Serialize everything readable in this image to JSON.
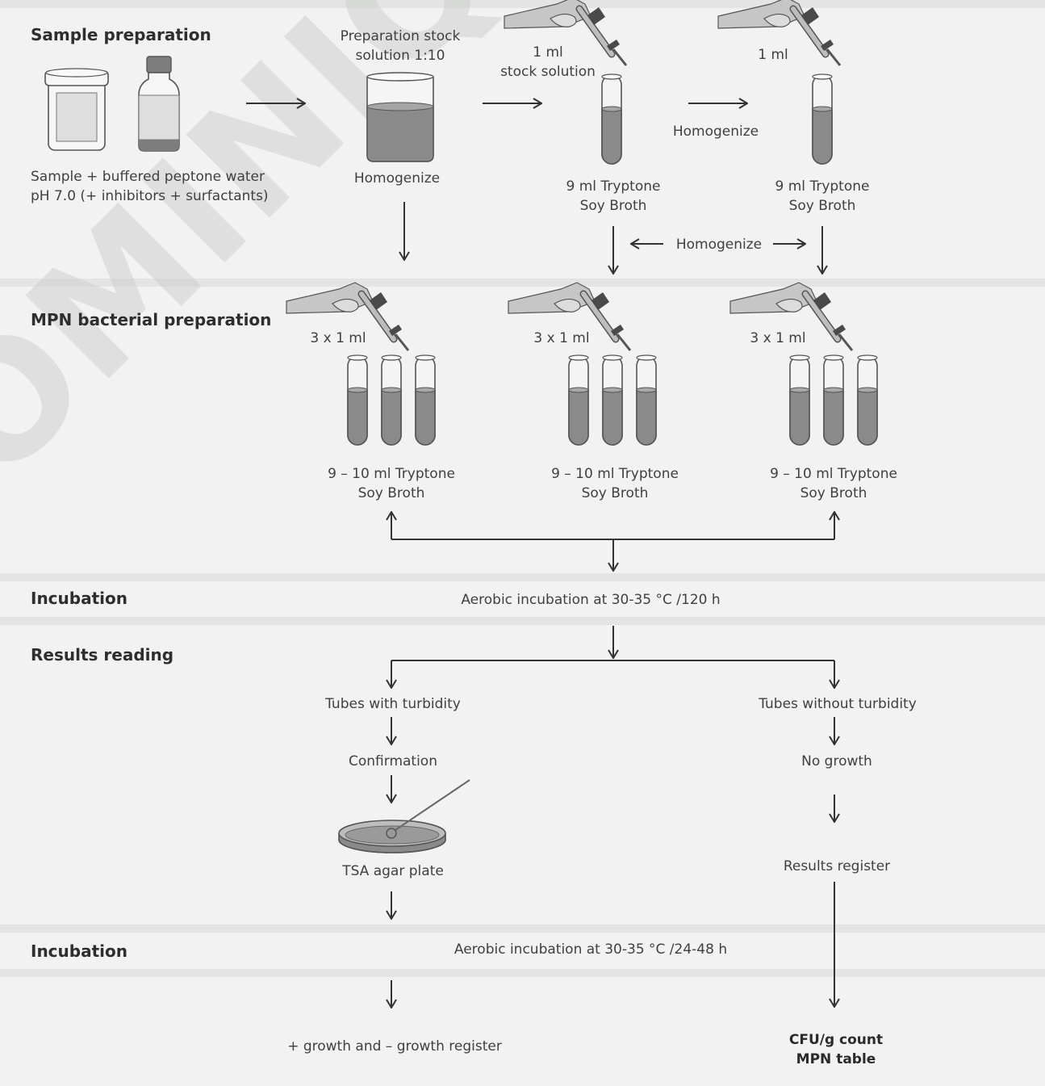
{
  "sections": {
    "sample_preparation": "Sample preparation",
    "mpn_preparation": "MPN bacterial preparation",
    "incubation_1": "Incubation",
    "results_reading": "Results reading",
    "incubation_2": "Incubation"
  },
  "labels": {
    "sample_line1": "Sample + buffered peptone water",
    "sample_line2": "pH 7.0  (+ inhibitors + surfactants)",
    "stock_line1": "Preparation stock",
    "stock_line2": "solution 1:10",
    "homogenize_stock": "Homogenize",
    "pipette1_line1": "1 ml",
    "pipette1_line2": "stock solution",
    "pipette2": "1 ml",
    "homogenize_mid": "Homogenize",
    "tube1_line1": "9 ml Tryptone",
    "tube1_line2": "Soy Broth",
    "tube2_line1": "9 ml Tryptone",
    "tube2_line2": "Soy Broth",
    "homogenize_bottom": "Homogenize",
    "triple_1": "3 x 1 ml",
    "triple_2": "3 x 1 ml",
    "triple_3": "3 x 1 ml",
    "mpn1_line1": "9 – 10 ml Tryptone",
    "mpn1_line2": "Soy Broth",
    "mpn2_line1": "9 – 10 ml Tryptone",
    "mpn2_line2": "Soy Broth",
    "mpn3_line1": "9 – 10 ml Tryptone",
    "mpn3_line2": "Soy Broth",
    "incubation_1_text": "Aerobic incubation at 30-35 °C /120 h",
    "turbidity_yes": "Tubes with turbidity",
    "turbidity_no": "Tubes without turbidity",
    "confirmation": "Confirmation",
    "no_growth": "No growth",
    "tsa_plate": "TSA agar plate",
    "results_register": "Results register",
    "incubation_2_text": "Aerobic incubation at 30-35 °C /24-48 h",
    "growth_register": "+ growth and – growth register",
    "cfu_line1": "CFU/g count",
    "cfu_line2": "MPN table"
  },
  "watermark": "DOMINIQUE DUTSCHER",
  "colors": {
    "background": "#f1f2f1",
    "band": "#e3e4e3",
    "liquid": "#8a8a8a",
    "stroke": "#333333"
  }
}
